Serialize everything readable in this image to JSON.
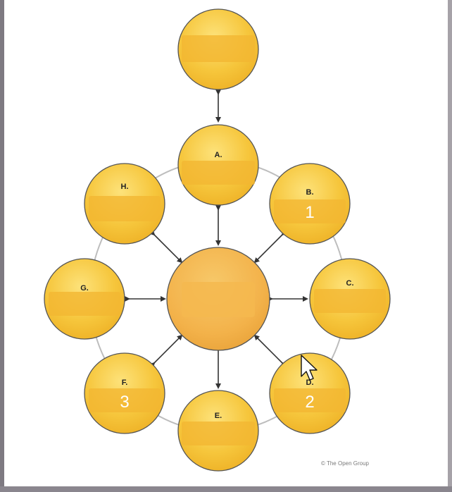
{
  "diagram": {
    "credit": "© The Open Group",
    "nodes": {
      "top": {
        "letter": "",
        "number": ""
      },
      "center": {
        "letter": "",
        "number": ""
      },
      "a": {
        "letter": "A.",
        "number": ""
      },
      "b": {
        "letter": "B.",
        "number": "1"
      },
      "c": {
        "letter": "C.",
        "number": ""
      },
      "d": {
        "letter": "D.",
        "number": "2"
      },
      "e": {
        "letter": "E.",
        "number": ""
      },
      "f": {
        "letter": "F.",
        "number": "3"
      },
      "g": {
        "letter": "G.",
        "number": ""
      },
      "h": {
        "letter": "H.",
        "number": ""
      }
    },
    "colors": {
      "node_fill": "#f6c63c",
      "node_band": "#f2b632",
      "center_fill": "#f3b24a",
      "stroke": "#555555",
      "ring": "#bdbdbd"
    }
  }
}
